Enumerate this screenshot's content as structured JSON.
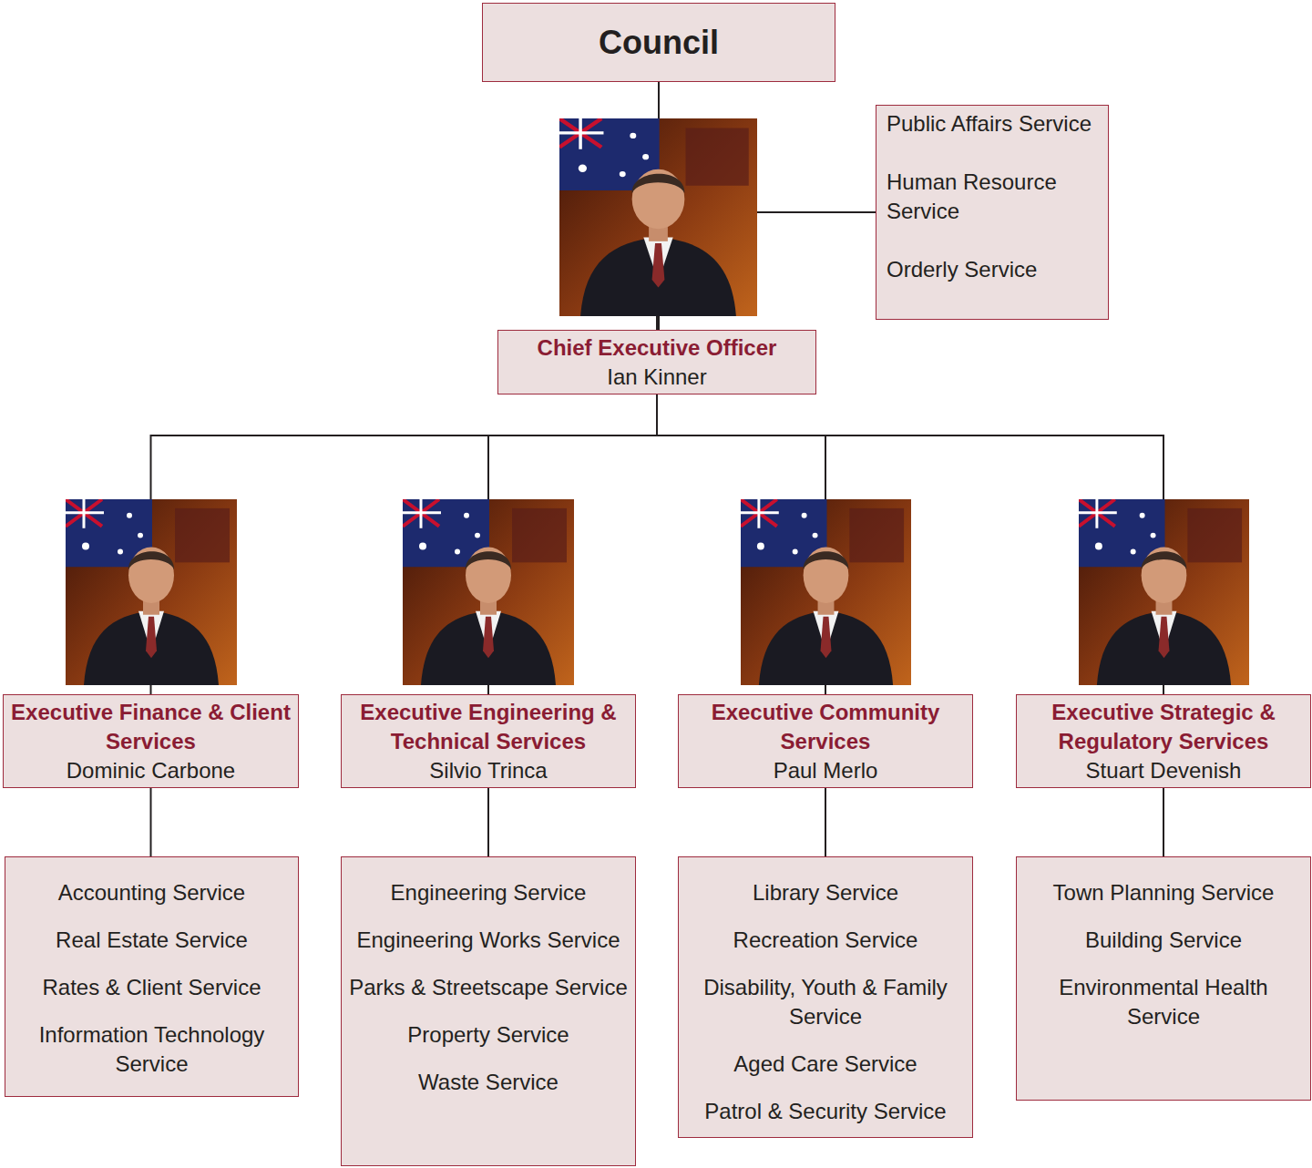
{
  "diagram": {
    "nodes": [
      {
        "text": [
          "Council"
        ]
      },
      {
        "text": [
          "Chief Executive Officer",
          "Ian Kinner"
        ]
      },
      {
        "text": [
          "Public Affairs Service",
          "Human Resource Service",
          "Orderly Service"
        ]
      },
      {
        "text": [
          "Executive Finance & Client Services",
          "Dominic Carbone"
        ]
      },
      {
        "text": [
          "Executive Engineering & Technical Services",
          "Silvio Trinca"
        ]
      },
      {
        "text": [
          "Executive Community Services",
          "Paul Merlo"
        ]
      },
      {
        "text": [
          "Executive Strategic & Regulatory Services",
          "Stuart Devenish"
        ]
      },
      {
        "text": [
          "Accounting Service",
          "Real Estate Service",
          "Rates & Client Service",
          "Information Technology Service"
        ]
      },
      {
        "text": [
          "Engineering Service",
          "Engineering Works Service",
          "Parks & Streetscape Service",
          "Property Service",
          "Waste Service"
        ]
      },
      {
        "text": [
          "Library Service",
          "Recreation Service",
          "Disability, Youth & Family Service",
          "Aged Care Service",
          "Patrol & Security Service"
        ]
      },
      {
        "text": [
          "Town Planning Service",
          "Building Service",
          "Environmental Health Service"
        ]
      }
    ],
    "edges": [
      {
        "from": 0,
        "to": 1,
        "arrow": "none"
      },
      {
        "from": 1,
        "to": 2,
        "arrow": "none"
      },
      {
        "from": 1,
        "to": 3,
        "arrow": "none"
      },
      {
        "from": 1,
        "to": 4,
        "arrow": "none"
      },
      {
        "from": 1,
        "to": 5,
        "arrow": "none"
      },
      {
        "from": 1,
        "to": 6,
        "arrow": "none"
      },
      {
        "from": 3,
        "to": 7,
        "arrow": "none"
      },
      {
        "from": 4,
        "to": 8,
        "arrow": "none"
      },
      {
        "from": 5,
        "to": 9,
        "arrow": "none"
      },
      {
        "from": 6,
        "to": 10,
        "arrow": "none"
      }
    ]
  }
}
